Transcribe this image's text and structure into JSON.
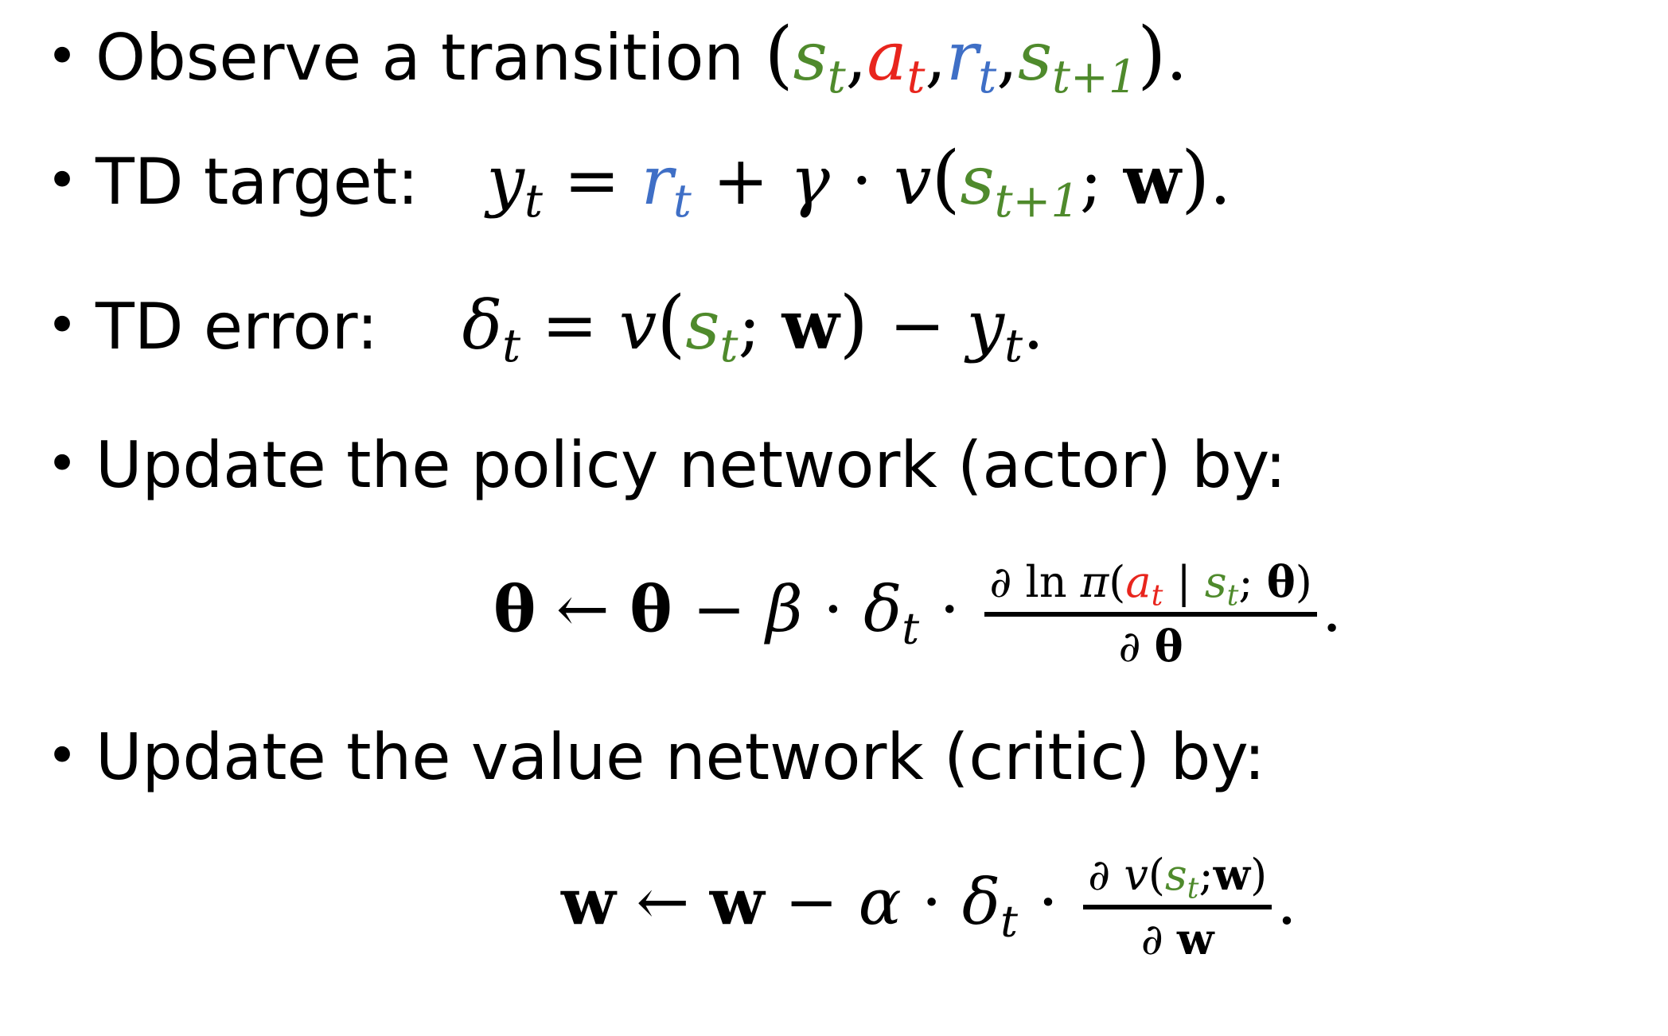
{
  "bullets": {
    "observe_label": "Observe a transition",
    "td_target_label": "TD target:",
    "td_error_label": "TD error:",
    "policy_update_label": "Update the policy network (actor) by:",
    "value_update_label": "Update the value network (critic) by:"
  },
  "symbols": {
    "bullet": "•",
    "s": "s",
    "a": "a",
    "r": "r",
    "y": "y",
    "v": "v",
    "t": "t",
    "t_plus_1": "t+1",
    "gamma": "γ",
    "delta": "δ",
    "beta": "β",
    "alpha": "α",
    "pi": "π",
    "theta": "θ",
    "w": "w",
    "partial": "∂",
    "ln": "ln",
    "equals": "=",
    "plus": "+",
    "minus": "−",
    "cdot": "·",
    "leftarrow": "←",
    "comma": ",",
    "semicolon": ";",
    "period": ".",
    "bar": "|",
    "lparen": "(",
    "rparen": ")"
  },
  "colors": {
    "state": "#4f8a2c",
    "action": "#e8251d",
    "reward": "#3f6fc6",
    "text": "#000000"
  }
}
